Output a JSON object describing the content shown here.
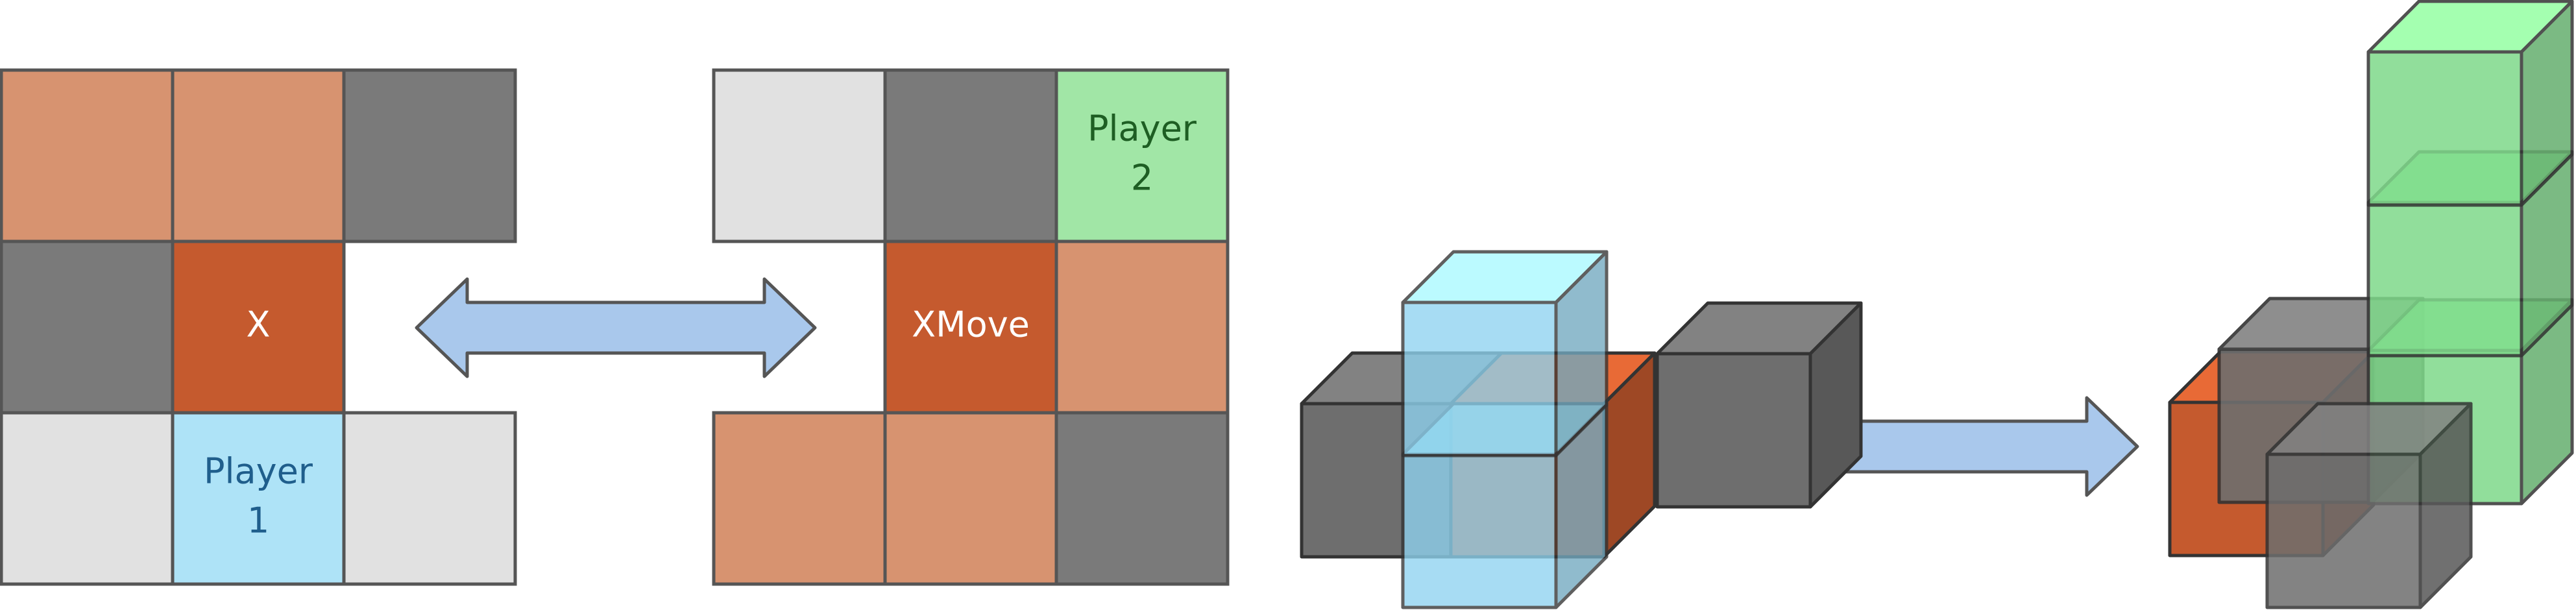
{
  "colors": {
    "light_orange": "#D79370",
    "dark_orange": "#C55A2E",
    "dark_gray": "#7A7A7A",
    "light_gray": "#E1E1E1",
    "light_blue": "#AEE3F7",
    "light_green": "#A1E6A6",
    "arrow_fill": "#A9C8EC",
    "outline": "#555555"
  },
  "grid_left": {
    "cells": [
      {
        "color": "light_orange",
        "text": []
      },
      {
        "color": "light_orange",
        "text": []
      },
      {
        "color": "dark_gray",
        "text": []
      },
      {
        "color": "dark_gray",
        "text": []
      },
      {
        "color": "dark_orange",
        "text": [
          "X"
        ],
        "text_color": "#ffffff"
      },
      {
        "color": "none",
        "text": []
      },
      {
        "color": "light_gray",
        "text": []
      },
      {
        "color": "light_blue",
        "text": [
          "Player",
          "1"
        ],
        "text_color": "#1F5E8C"
      },
      {
        "color": "light_gray",
        "text": []
      }
    ]
  },
  "grid_right": {
    "cells": [
      {
        "color": "light_gray",
        "text": []
      },
      {
        "color": "dark_gray",
        "text": []
      },
      {
        "color": "light_green",
        "text": [
          "Player",
          "2"
        ],
        "text_color": "#1E5E23"
      },
      {
        "color": "none",
        "text": []
      },
      {
        "color": "dark_orange",
        "text": [
          "XMove"
        ],
        "text_color": "#ffffff"
      },
      {
        "color": "light_orange",
        "text": []
      },
      {
        "color": "light_orange",
        "text": []
      },
      {
        "color": "light_orange",
        "text": []
      },
      {
        "color": "dark_gray",
        "text": []
      }
    ]
  },
  "arrows": [
    {
      "name": "grid-transform-arrow"
    },
    {
      "name": "cube-transform-arrow"
    }
  ],
  "cubes_left": [
    {
      "name": "gray-cube",
      "color": "#6E6E6E"
    },
    {
      "name": "orange-cube",
      "color": "#C55A2E"
    },
    {
      "name": "blue-cube-bottom",
      "color": "#8FD3F0"
    },
    {
      "name": "blue-cube-top",
      "color": "#8FD3F0"
    },
    {
      "name": "gray-cube-right",
      "color": "#6E6E6E"
    }
  ],
  "cubes_right": [
    {
      "name": "orange-cube",
      "color": "#C55A2E"
    },
    {
      "name": "gray-cube-back",
      "color": "#6E6E6E"
    },
    {
      "name": "green-cube-bottom",
      "color": "#7ED98A"
    },
    {
      "name": "green-cube-middle",
      "color": "#7ED98A"
    },
    {
      "name": "green-cube-top",
      "color": "#7ED98A"
    },
    {
      "name": "gray-cube-front",
      "color": "#6E6E6E"
    }
  ]
}
